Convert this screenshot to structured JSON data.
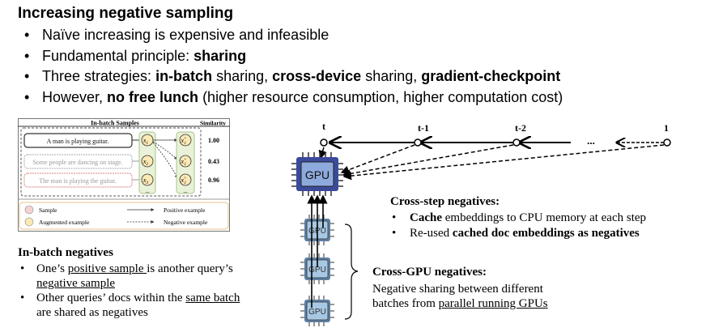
{
  "header": {
    "title": "Increasing negative sampling",
    "bullet_glyph": "•",
    "bullets": [
      {
        "pre": "Naïve increasing is expensive and infeasible",
        "b1": "",
        "mid1": "",
        "b2": "",
        "mid2": "",
        "b3": "",
        "post": ""
      },
      {
        "pre": "Fundamental principle: ",
        "b1": "sharing",
        "mid1": "",
        "b2": "",
        "mid2": "",
        "b3": "",
        "post": ""
      },
      {
        "pre": "Three strategies: ",
        "b1": "in-batch",
        "mid1": " sharing, ",
        "b2": "cross-device",
        "mid2": " sharing, ",
        "b3": "gradient-checkpoint",
        "post": ""
      },
      {
        "pre": "However, ",
        "b1": "no free lunch",
        "mid1": " (higher resource consumption, higher computation cost)",
        "b2": "",
        "mid2": "",
        "b3": "",
        "post": ""
      }
    ]
  },
  "inbatch_figure": {
    "header_title": "In-batch Samples",
    "header_similarity": "Similarity",
    "samples": [
      "A man is playing guitar.",
      "Some people are dancing on stage.",
      "The man is playing the guitar."
    ],
    "x_nodes": [
      "x",
      "x",
      "x"
    ],
    "x_subscripts": [
      "1",
      "2",
      "3"
    ],
    "xp_nodes": [
      "x",
      "x",
      "x"
    ],
    "xp_subscripts": [
      "1",
      "1",
      "1"
    ],
    "prime": "+",
    "ellipsis": "...",
    "similarities": [
      "1.00",
      "0.43",
      "0.96"
    ],
    "legend": {
      "sample": "Sample",
      "augmented": "Augmented example",
      "positive": "Positive example",
      "negative": "Negative example"
    }
  },
  "inbatch_text": {
    "title": "In-batch negatives",
    "b1_pre": "One’s ",
    "b1_u1": "positive sample ",
    "b1_mid": "is another query’s ",
    "b1_u2": "negative sample",
    "b2_pre": "Other queries’ docs within the ",
    "b2_u1": "same batch",
    "b2_post": " are shared as negatives"
  },
  "timeline": {
    "steps": [
      "t",
      "t-1",
      "t-2",
      "1"
    ],
    "ellipsis": "...",
    "gpu_label": "GPU"
  },
  "cross_step": {
    "title": "Cross-step negatives:",
    "items": [
      {
        "bold": "Cache",
        "rest": " embeddings to CPU memory at each step",
        "pre": ""
      },
      {
        "pre": "Re-used ",
        "bold": "cached doc embeddings as negatives",
        "rest": ""
      }
    ]
  },
  "cross_gpu": {
    "title": "Cross-GPU negatives:",
    "line1": "Negative sharing between different",
    "line2_pre": "batches from ",
    "line2_u": "parallel running GPUs"
  },
  "colors": {
    "gpu_main_fill": "#8ea9dc",
    "gpu_main_border": "#3b4a9a",
    "gpu_small_fill": "#a7c8e3",
    "node_pink": "#f6d2d2",
    "node_yellow": "#fce9b5",
    "x_node_fill": "#e9f2d8",
    "x_node_border": "#a8c48a"
  }
}
